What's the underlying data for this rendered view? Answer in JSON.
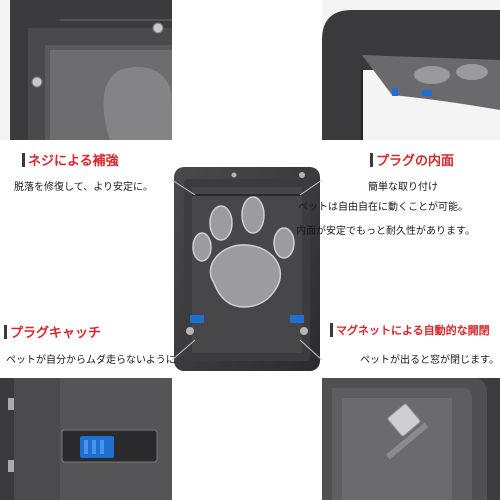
{
  "features": {
    "screw": {
      "heading": "ネジによる補強",
      "lines": [
        "脱落を修復して、より安定に。"
      ]
    },
    "plug": {
      "heading": "プラグの内面",
      "lines": [
        "簡単な取り付け",
        "ペットは自由自在に動くことが可能。",
        "内面が安定でもっと耐久性があります。"
      ]
    },
    "catch": {
      "heading": "プラグキャッチ",
      "lines": [
        "ペットが自分からムダ走らないように"
      ]
    },
    "magnet": {
      "heading": "マグネットによる自動的な開閉",
      "lines": [
        "ペットが出ると窓が閉じます。"
      ]
    }
  },
  "colors": {
    "accent": "#d9262b",
    "frame": "#3a3a3c",
    "latch": "#1e6fd0"
  }
}
